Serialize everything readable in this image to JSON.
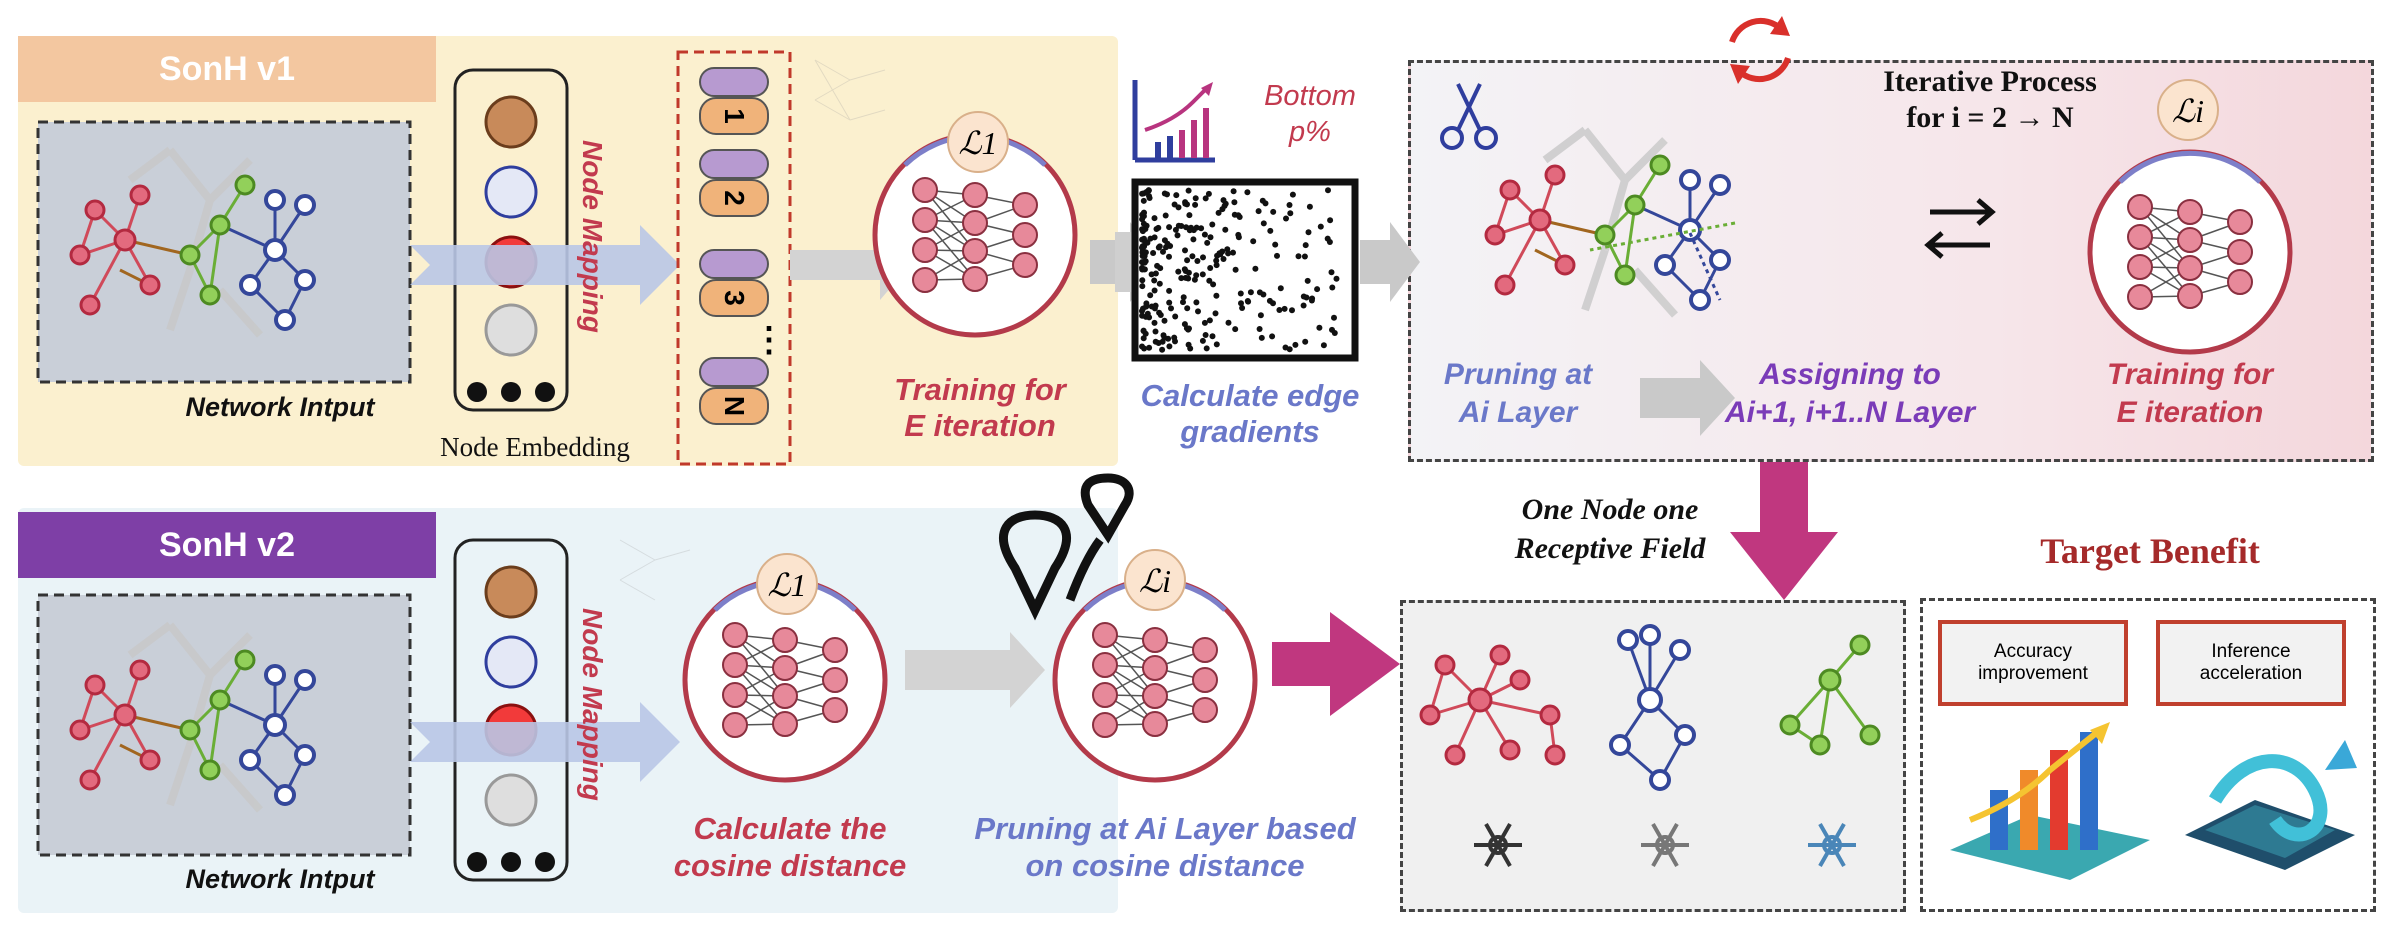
{
  "sonh_v1": {
    "tag": "SonH v1",
    "network_input": "Network Intput",
    "node_embedding": "Node Embedding",
    "node_mapping": "Node Mapping",
    "mapping_ids": [
      "1",
      "2",
      "3",
      "N"
    ],
    "ellipsis": "⋮",
    "loss_label": "ℒ1",
    "training": "Training for\nE iteration",
    "bottom_p": "Bottom\np%",
    "edge_gradients": "Calculate edge\ngradients"
  },
  "iterative": {
    "title": "Iterative Process\nfor i = 2 → N",
    "pruning": "Pruning at\nAi Layer",
    "assigning": "Assigning to\nAi+1, i+1..N Layer",
    "loss_label": "ℒi",
    "training": "Training for\nE iteration"
  },
  "sonh_v2": {
    "tag": "SonH v2",
    "network_input": "Network Intput",
    "node_mapping": "Node Mapping",
    "loss1": "ℒ1",
    "lossi": "ℒi",
    "cosine": "Calculate the\ncosine distance",
    "pruning_cosine": "Pruning at Ai Layer based\non cosine distance"
  },
  "receptive": {
    "title": "One Node one\nReceptive Field"
  },
  "benefit": {
    "title": "Target Benefit",
    "accuracy": "Accuracy\nimprovement",
    "inference": "Inference\nacceleration"
  },
  "colors": {
    "red_node": "#e36a7e",
    "green_node": "#7ac242",
    "blue_node": "#3f51a3",
    "pink_arrow": "#b8347f"
  }
}
